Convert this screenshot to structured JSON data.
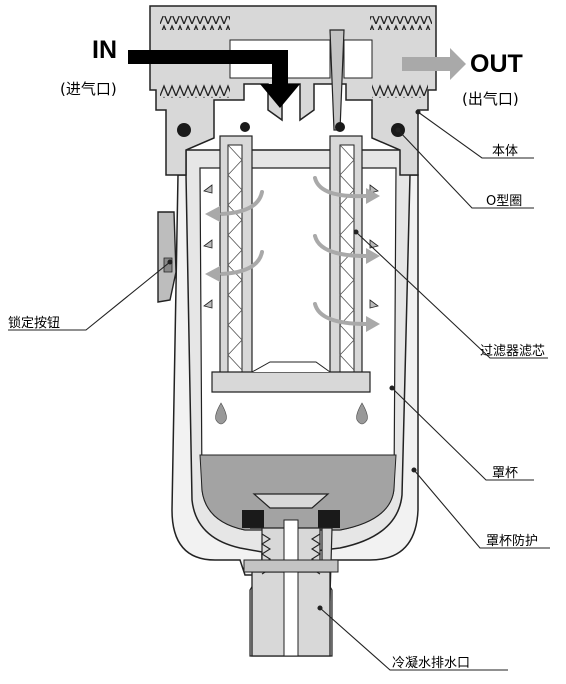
{
  "flow": {
    "in_label": "IN",
    "in_sub": "(进气口)",
    "out_label": "OUT",
    "out_sub": "(出气口)"
  },
  "labels": {
    "body": "本体",
    "o_ring": "O型圈",
    "lock_button": "锁定按钮",
    "filter_element": "过滤器滤芯",
    "bowl": "罩杯",
    "bowl_guard": "罩杯防护",
    "drain": "冷凝水排水口"
  },
  "colors": {
    "metal": "#d8d8d8",
    "metal_dark": "#b8b8b8",
    "outline": "#222222",
    "water": "#a3a3a3",
    "seal": "#1a1a1a",
    "flow_arrow": "#a9a9a9",
    "in_arrow": "#000000"
  },
  "icons": {
    "in_arrow": "arrow-down-bent-icon",
    "out_arrow": "arrow-right-icon",
    "flow_arrows": "curved-arrow-icon",
    "droplets": "droplet-icon"
  }
}
